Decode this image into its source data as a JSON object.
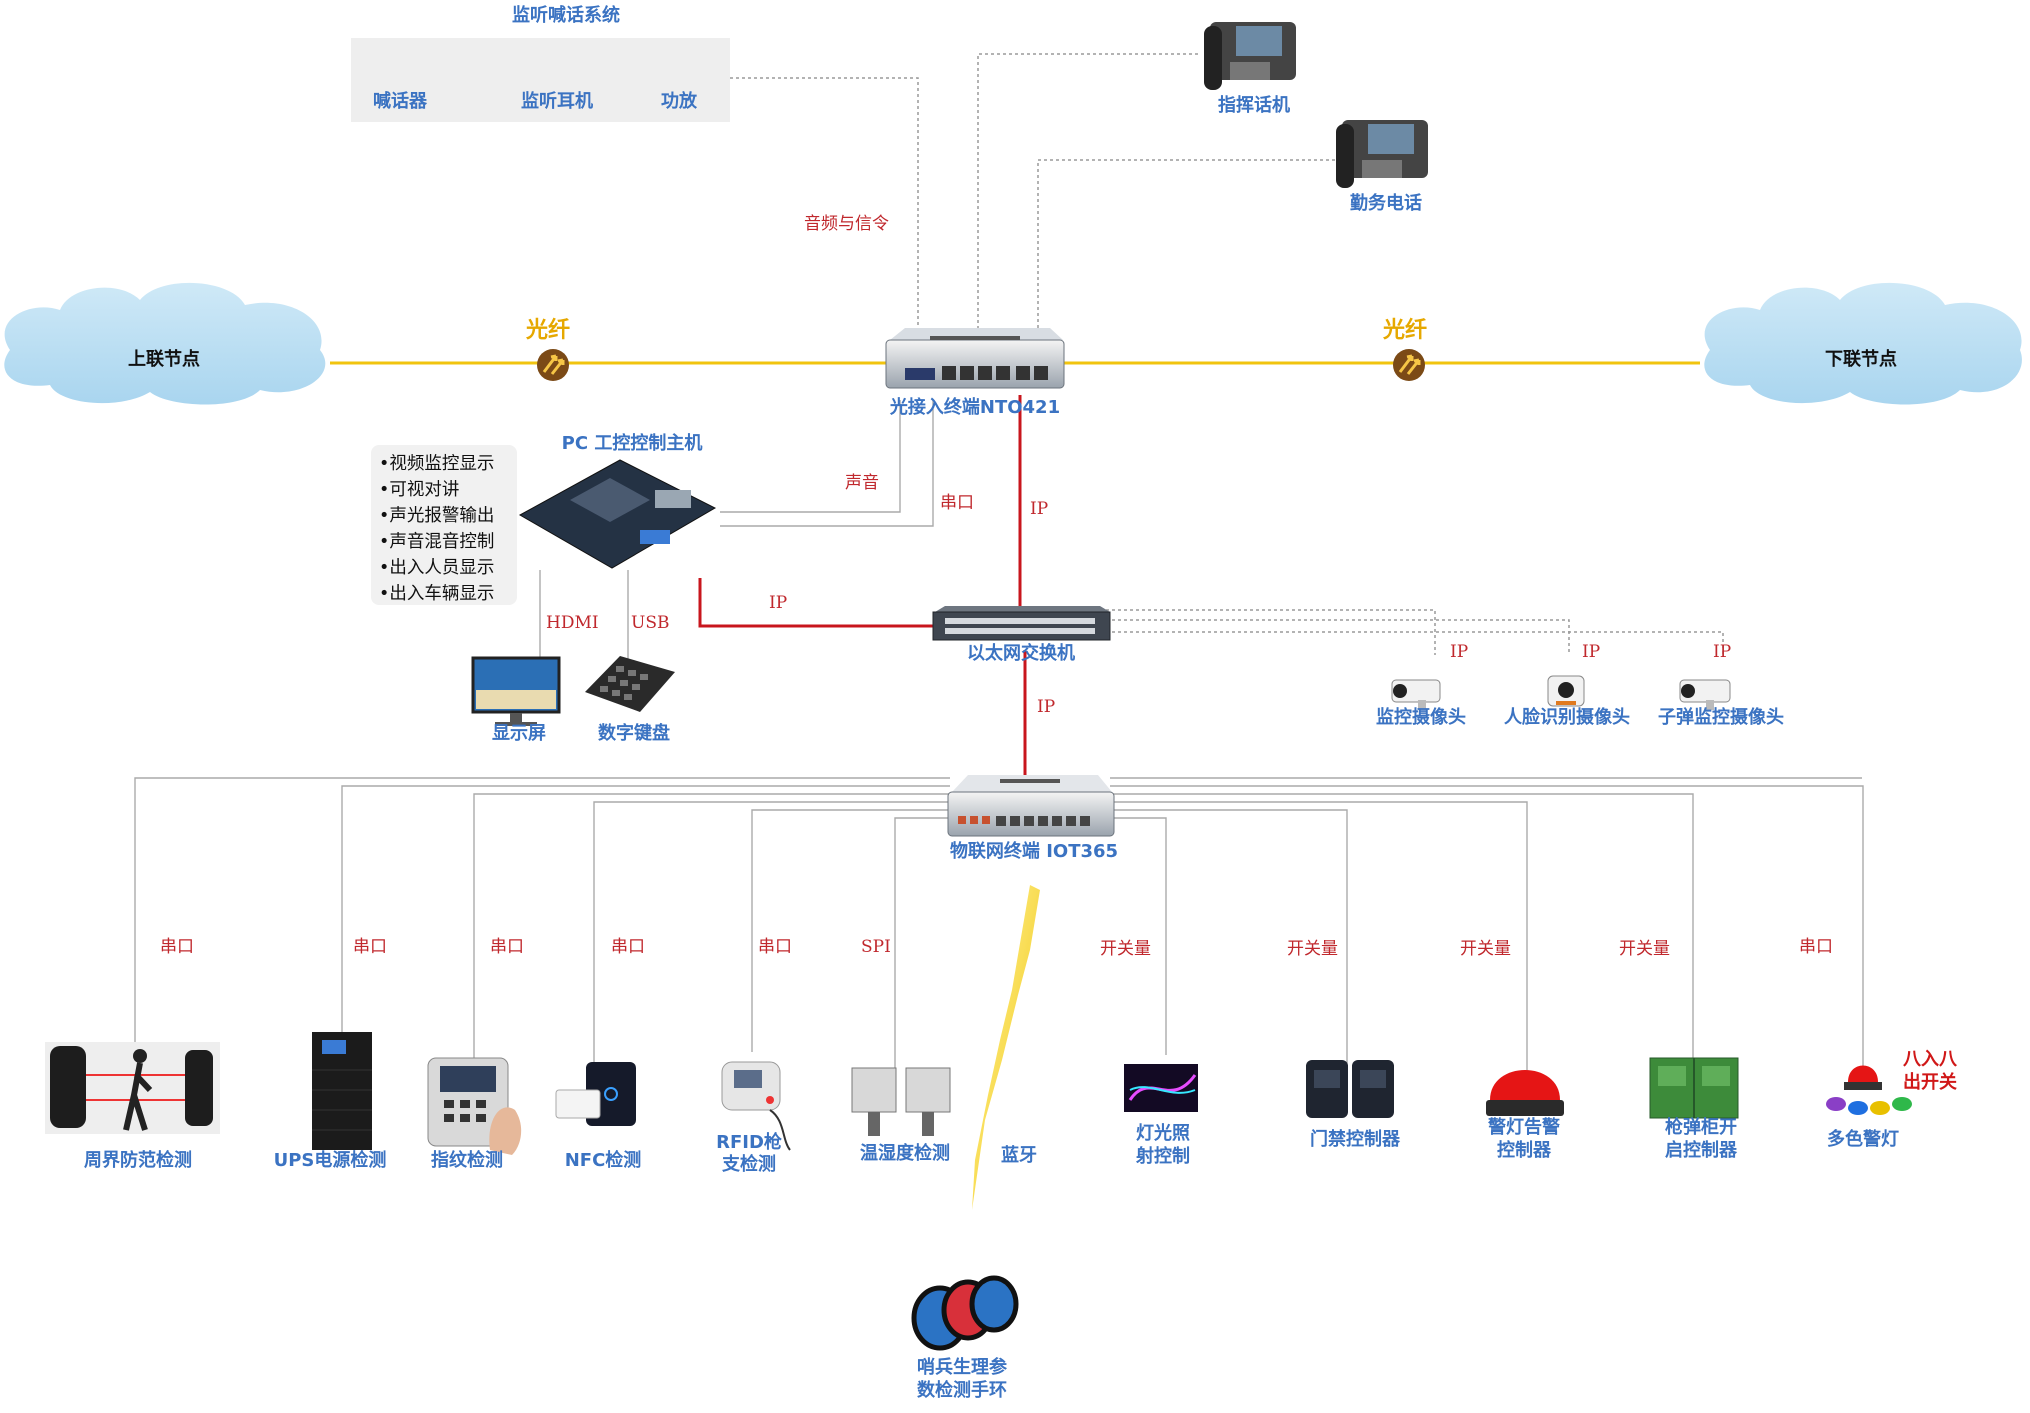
{
  "diagram": {
    "title_monitor_system": "监听喊话系统",
    "clouds": {
      "upstream": "上联节点",
      "downstream": "下联节点"
    },
    "fiber_labels": {
      "left": "光纤",
      "right": "光纤"
    },
    "devices": {
      "intercom": "喊话器",
      "headphones": "监听耳机",
      "amplifier": "功放",
      "command_phone": "指挥话机",
      "duty_phone": "勤务电话",
      "ont": "光接入终端NTO421",
      "pc_host": "PC 工控控制主机",
      "switch": "以太网交换机",
      "iot_terminal": "物联网终端 IOT365",
      "display": "显示屏",
      "keypad": "数字键盘",
      "camera_monitor": "监控摄像头",
      "camera_face": "人脸识别摄像头",
      "camera_bullet": "子弹监控摄像头",
      "perimeter": "周界防范检测",
      "ups": "UPS电源检测",
      "fingerprint": "指纹检测",
      "nfc": "NFC检测",
      "rfid_line1": "RFID枪",
      "rfid_line2": "支检测",
      "temp_humidity": "温湿度检测",
      "light_line1": "灯光照",
      "light_line2": "射控制",
      "access_control": "门禁控制器",
      "alarm_line1": "警灯告警",
      "alarm_line2": "控制器",
      "gun_cabinet_line1": "枪弹柜开",
      "gun_cabinet_line2": "启控制器",
      "multi_light": "多色警灯",
      "io_line1": "八入八",
      "io_line2": "出开关",
      "wristband_line1": "哨兵生理参",
      "wristband_line2": "数检测手环"
    },
    "pc_functions": [
      "•视频监控显示",
      "•可视对讲",
      "•声光报警输出",
      "•声音混音控制",
      "•出入人员显示",
      "•出入车辆显示"
    ],
    "connections": {
      "audio_signaling": "音频与信令",
      "sound": "声音",
      "serial_pc": "串口",
      "ip_ont_switch": "IP",
      "ip_pc_switch": "IP",
      "ip_switch_iot": "IP",
      "hdmi": "HDMI",
      "usb": "USB",
      "ip_cam1": "IP",
      "ip_cam2": "IP",
      "ip_cam3": "IP",
      "bluetooth": "蓝牙",
      "bottom": [
        "串口",
        "串口",
        "串口",
        "串口",
        "串口",
        "SPI",
        "开关量",
        "开关量",
        "开关量",
        "开关量",
        "串口"
      ]
    },
    "colors": {
      "device_label": "#3b73c2",
      "connection_label": "#c0282d",
      "fiber_line": "#f1c40f",
      "ip_line": "#c8161d",
      "dotted_line": "#9a9a9a"
    }
  }
}
